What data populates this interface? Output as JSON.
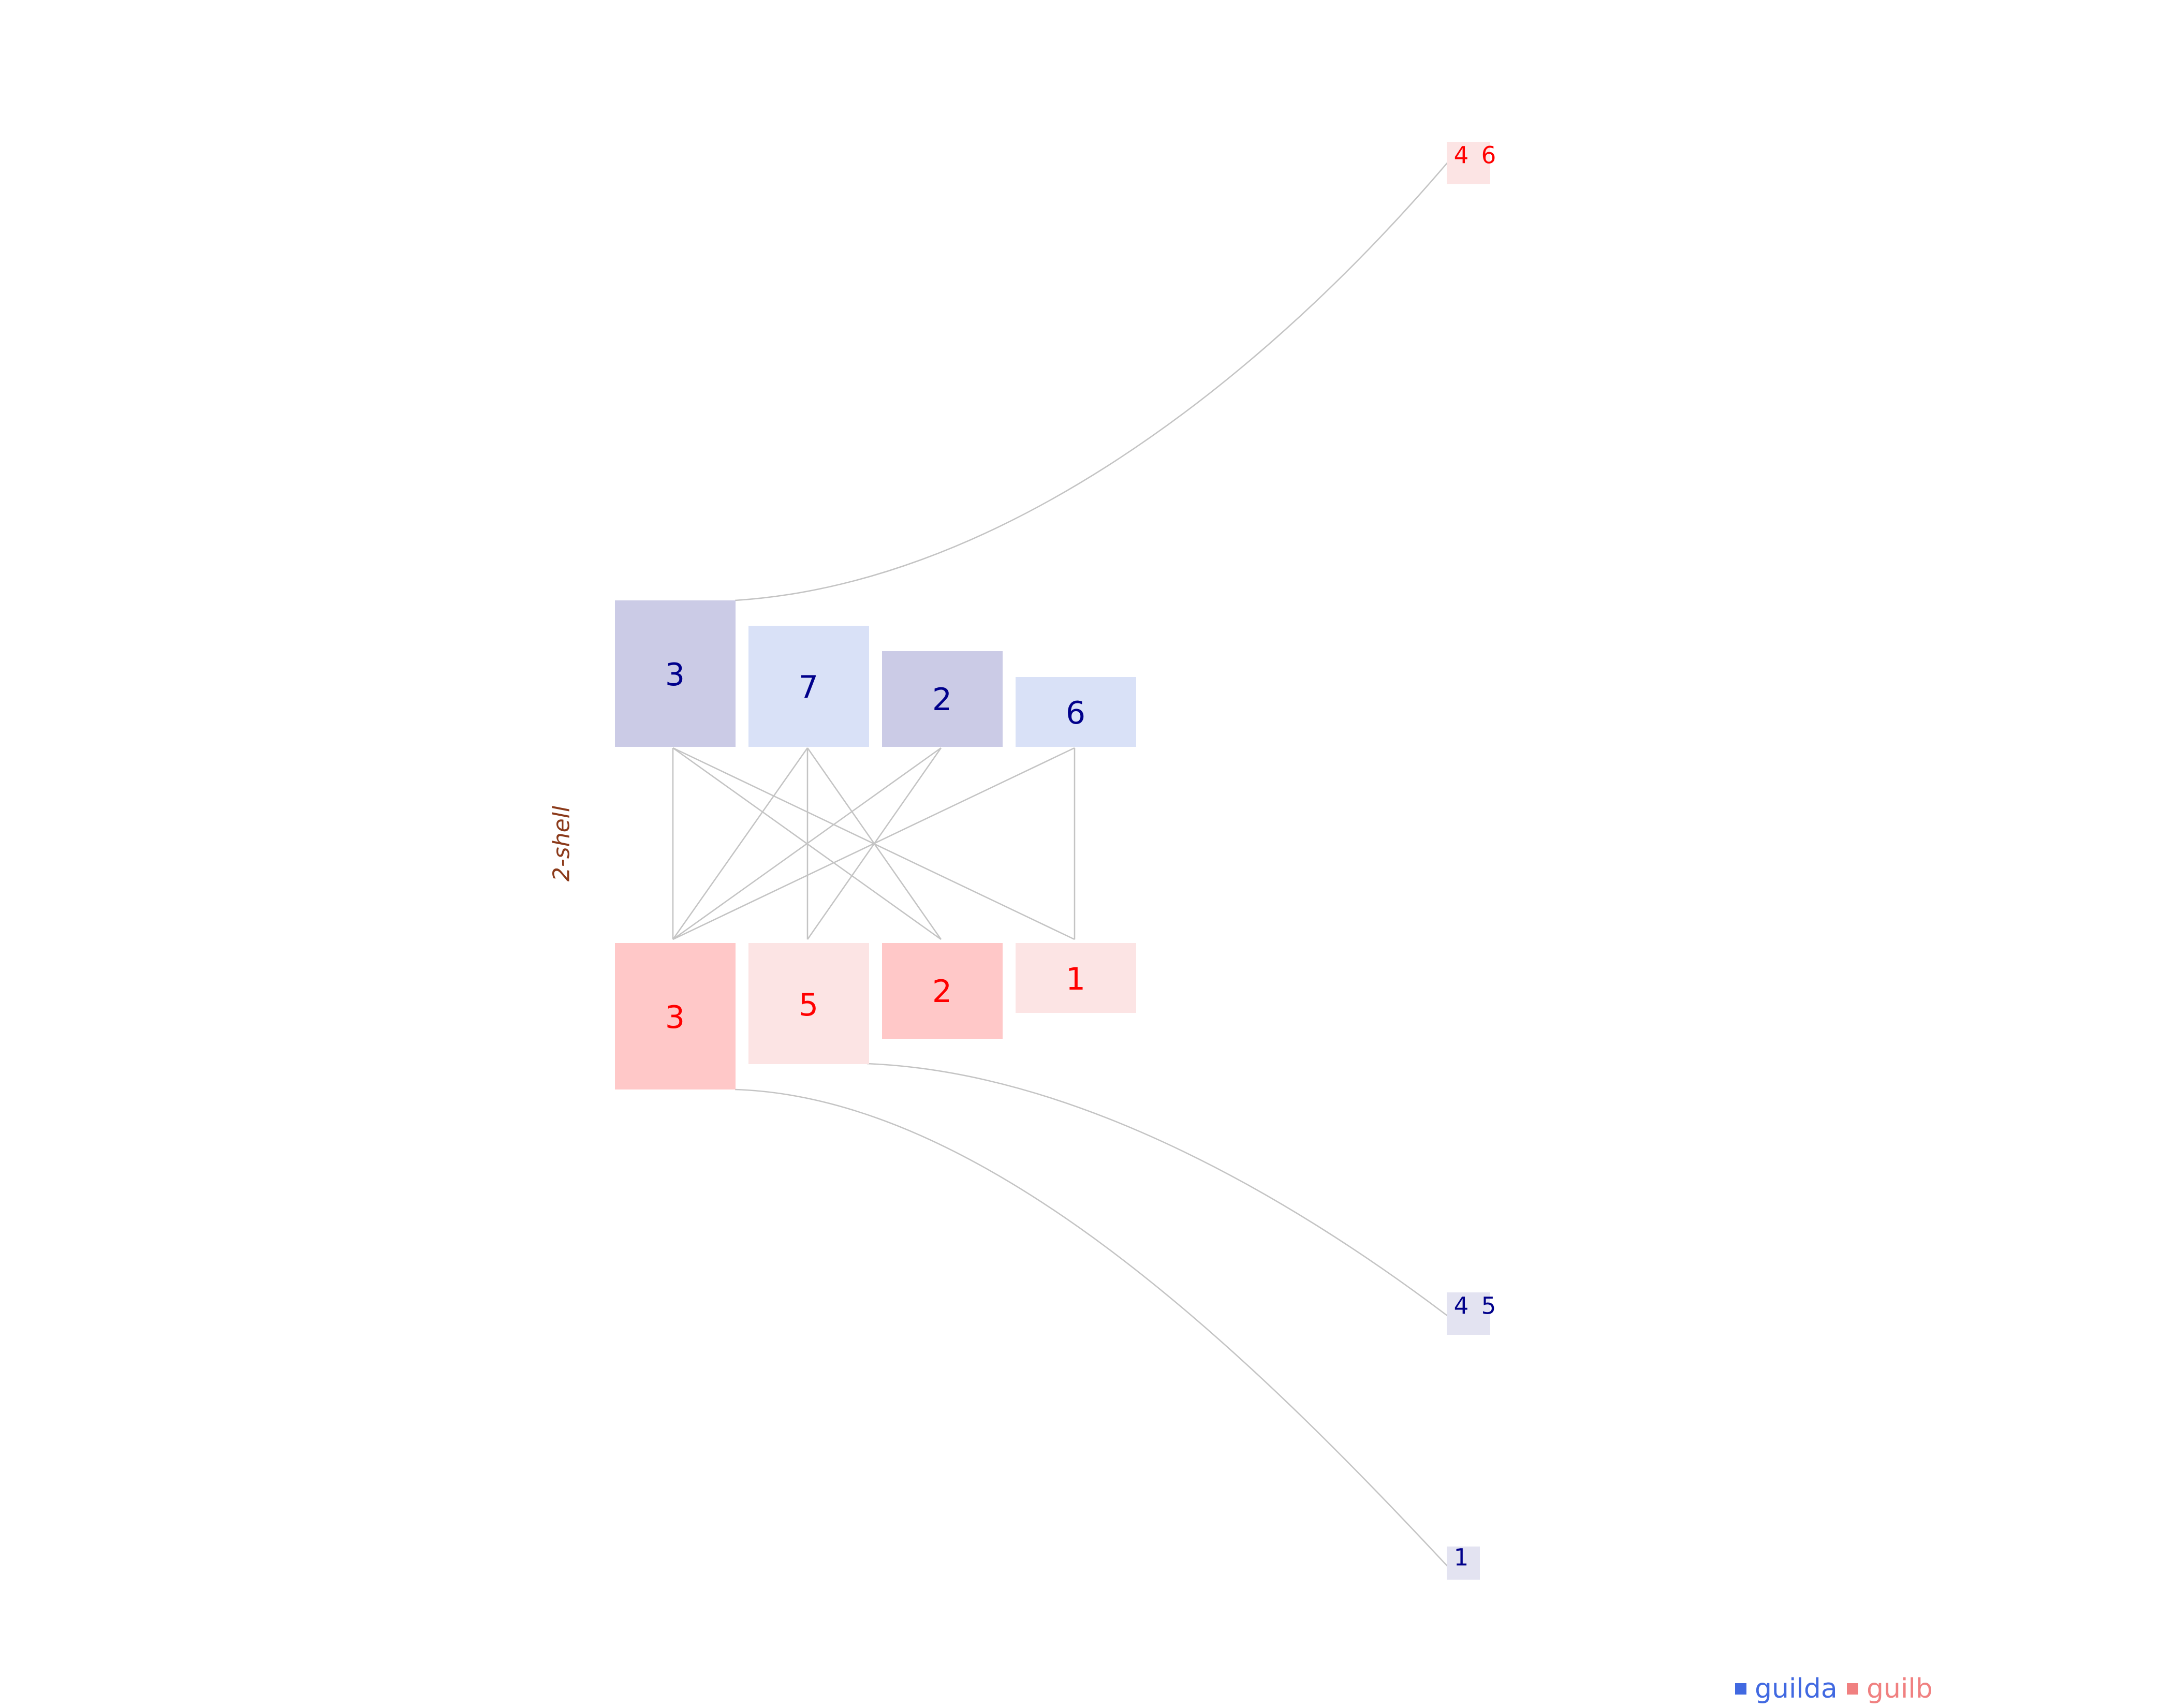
{
  "colors": {
    "guild_a_text": "#00008b",
    "guild_b_text": "#ff0000",
    "guild_a_strong": "#cbcbe6",
    "guild_a_light": "#d9e1f7",
    "guild_a_tail": "#e3e3f1",
    "guild_b_strong": "#ffc8c8",
    "guild_b_light": "#fce4e4",
    "shell_label": "#8b3a1a",
    "link": "#c4c4c4",
    "legend_a": "#4169e1",
    "legend_b": "#f08080"
  },
  "shell": {
    "label": "2-shell"
  },
  "top_nodes": [
    {
      "label": "3",
      "fill": "guild_a_strong"
    },
    {
      "label": "7",
      "fill": "guild_a_light"
    },
    {
      "label": "2",
      "fill": "guild_a_strong"
    },
    {
      "label": "6",
      "fill": "guild_a_light"
    }
  ],
  "bottom_nodes": [
    {
      "label": "3",
      "fill": "guild_b_strong"
    },
    {
      "label": "5",
      "fill": "guild_b_light"
    },
    {
      "label": "2",
      "fill": "guild_b_strong"
    },
    {
      "label": "1",
      "fill": "guild_b_light"
    }
  ],
  "tail_nodes": [
    {
      "labels": [
        "4",
        "6"
      ],
      "guild": "guilb"
    },
    {
      "labels": [
        "4",
        "5"
      ],
      "guild": "guilda"
    },
    {
      "labels": [
        "1"
      ],
      "guild": "guilda"
    }
  ],
  "legend": {
    "guild_a": "guilda",
    "guild_b": "guilb"
  }
}
